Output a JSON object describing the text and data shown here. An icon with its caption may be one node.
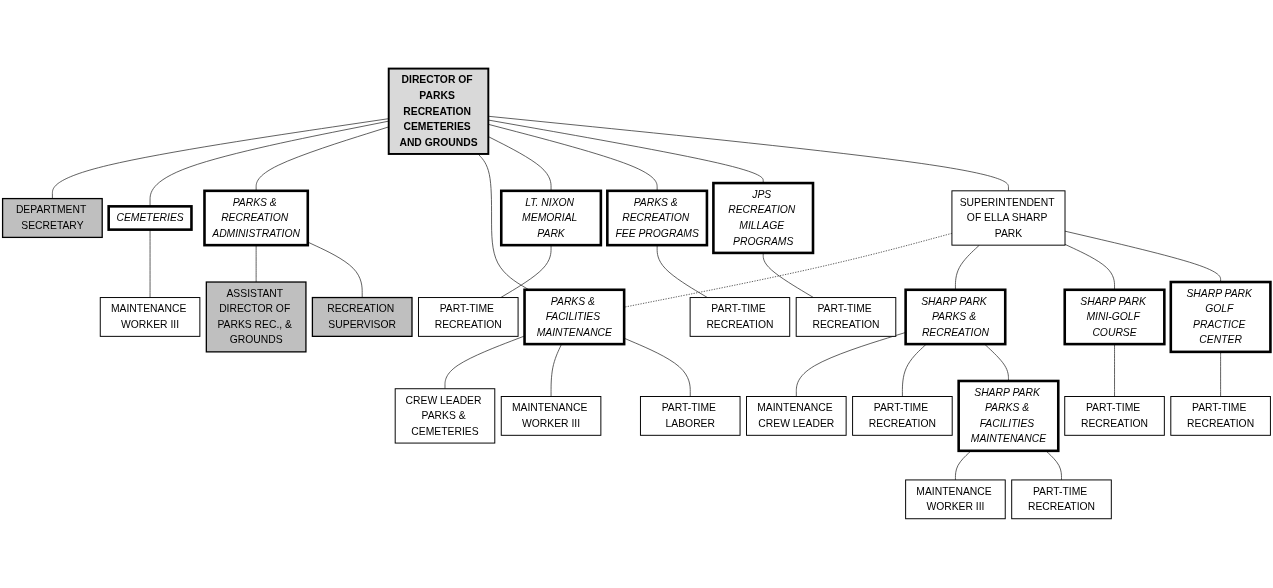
{
  "diagram": {
    "nodes": [
      {
        "text": [
          "DIRECTOR OF PARKS RECREATION CEMETERIES AND GROUNDS"
        ]
      },
      {
        "text": [
          "DEPARTMENT SECRETARY"
        ]
      },
      {
        "text": [
          "CEMETERIES"
        ]
      },
      {
        "text": [
          "MAINTENANCE WORKER III"
        ]
      },
      {
        "text": [
          "PARKS & RECREATION ADMINISTRATION"
        ]
      },
      {
        "text": [
          "ASSISTANT DIRECTOR OF PARKS REC., & GROUNDS"
        ]
      },
      {
        "text": [
          "RECREATION SUPERVISOR"
        ]
      },
      {
        "text": [
          "PARKS & FACILITIES MAINTENANCE"
        ]
      },
      {
        "text": [
          "CREW LEADER PARKS & CEMETERIES"
        ]
      },
      {
        "text": [
          "MAINTENANCE WORKER III"
        ]
      },
      {
        "text": [
          "PART-TIME LABORER"
        ]
      },
      {
        "text": [
          "LT. NIXON MEMORIAL PARK"
        ]
      },
      {
        "text": [
          "PART-TIME RECREATION"
        ]
      },
      {
        "text": [
          "PARKS & RECREATION FEE PROGRAMS"
        ]
      },
      {
        "text": [
          "PART-TIME RECREATION"
        ]
      },
      {
        "text": [
          "JPS RECREATION MILLAGE PROGRAMS"
        ]
      },
      {
        "text": [
          "PART-TIME RECREATION"
        ]
      },
      {
        "text": [
          "SUPERINTENDENT OF ELLA SHARP PARK"
        ]
      },
      {
        "text": [
          "SHARP PARK PARKS & RECREATION"
        ]
      },
      {
        "text": [
          "SHARP PARK MINI-GOLF COURSE"
        ]
      },
      {
        "text": [
          "SHARP PARK GOLF PRACTICE CENTER"
        ]
      },
      {
        "text": [
          "MAINTENANCE CREW LEADER"
        ]
      },
      {
        "text": [
          "PART-TIME RECREATION"
        ]
      },
      {
        "text": [
          "PART-TIME RECREATION"
        ]
      },
      {
        "text": [
          "PART-TIME RECREATION"
        ]
      },
      {
        "text": [
          "SHARP PARK PARKS & FACILITIES MAINTENANCE"
        ]
      },
      {
        "text": [
          "MAINTENANCE WORKER III"
        ]
      },
      {
        "text": [
          "PART-TIME RECREATION"
        ]
      }
    ],
    "edges": [
      {
        "from": 0,
        "to": 1,
        "arrow": "none"
      },
      {
        "from": 0,
        "to": 2,
        "arrow": "none"
      },
      {
        "from": 0,
        "to": 4,
        "arrow": "none"
      },
      {
        "from": 0,
        "to": 7,
        "arrow": "none"
      },
      {
        "from": 0,
        "to": 11,
        "arrow": "none"
      },
      {
        "from": 0,
        "to": 13,
        "arrow": "none"
      },
      {
        "from": 0,
        "to": 15,
        "arrow": "none"
      },
      {
        "from": 0,
        "to": 17,
        "arrow": "none"
      },
      {
        "from": 17,
        "to": 7,
        "arrow": "none",
        "style": "dashed"
      },
      {
        "from": 2,
        "to": 3,
        "arrow": "none"
      },
      {
        "from": 4,
        "to": 5,
        "arrow": "none"
      },
      {
        "from": 4,
        "to": 6,
        "arrow": "none"
      },
      {
        "from": 7,
        "to": 8,
        "arrow": "none"
      },
      {
        "from": 7,
        "to": 9,
        "arrow": "none"
      },
      {
        "from": 7,
        "to": 10,
        "arrow": "none"
      },
      {
        "from": 11,
        "to": 12,
        "arrow": "none"
      },
      {
        "from": 13,
        "to": 14,
        "arrow": "none"
      },
      {
        "from": 15,
        "to": 16,
        "arrow": "none"
      },
      {
        "from": 17,
        "to": 18,
        "arrow": "none"
      },
      {
        "from": 17,
        "to": 19,
        "arrow": "none"
      },
      {
        "from": 17,
        "to": 20,
        "arrow": "none"
      },
      {
        "from": 18,
        "to": 21,
        "arrow": "none"
      },
      {
        "from": 19,
        "to": 22,
        "arrow": "none"
      },
      {
        "from": 20,
        "to": 23,
        "arrow": "none"
      },
      {
        "from": 18,
        "to": 24,
        "arrow": "none"
      },
      {
        "from": 18,
        "to": 25,
        "arrow": "none"
      },
      {
        "from": 25,
        "to": 26,
        "arrow": "none"
      },
      {
        "from": 25,
        "to": 27,
        "arrow": "none"
      }
    ]
  }
}
